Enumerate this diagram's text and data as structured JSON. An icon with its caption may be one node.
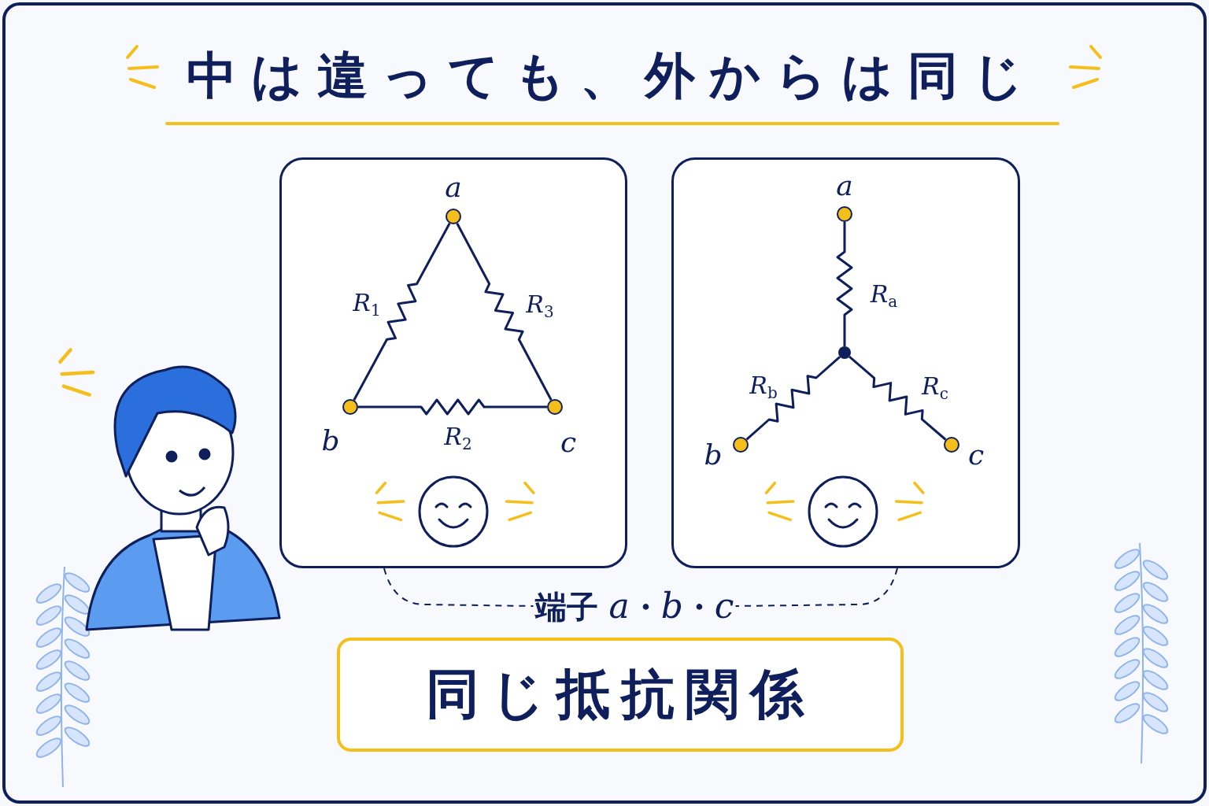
{
  "diagram": {
    "title": "中は違っても、外からは同じ",
    "nodes": [
      {
        "text": [],
        "shape": "box"
      },
      {
        "text": [
          "a"
        ],
        "in": 0
      },
      {
        "text": [
          "b"
        ],
        "in": 0
      },
      {
        "text": [
          "c"
        ],
        "in": 0
      },
      {
        "text": [],
        "shape": "box"
      },
      {
        "text": [
          "a"
        ],
        "in": 4
      },
      {
        "text": [],
        "shape": "circle",
        "in": 4
      },
      {
        "text": [
          "b"
        ],
        "in": 4
      },
      {
        "text": [
          "c"
        ],
        "in": 4
      },
      {
        "text": [
          "端子 *a*・*b*・*c*"
        ]
      },
      {
        "text": [
          "同じ抵抗関係"
        ]
      }
    ],
    "edges": [
      {
        "from": 1,
        "to": 2,
        "arrow": "none",
        "label": "R$_{1}$"
      },
      {
        "from": 2,
        "to": 3,
        "arrow": "none",
        "label": "R$_{2}$"
      },
      {
        "from": 1,
        "to": 3,
        "arrow": "none",
        "label": "R$_{3}$"
      },
      {
        "from": 5,
        "to": 6,
        "arrow": "none",
        "label": "R$_{a}$"
      },
      {
        "from": 7,
        "to": 6,
        "arrow": "none",
        "label": "R$_{b}$"
      },
      {
        "from": 6,
        "to": 8,
        "arrow": "none",
        "label": "R$_{c}$"
      },
      {
        "from": 0,
        "to": 9,
        "arrow": "none",
        "style": "dashed"
      },
      {
        "from": 4,
        "to": 9,
        "arrow": "none",
        "style": "dashed"
      }
    ]
  }
}
